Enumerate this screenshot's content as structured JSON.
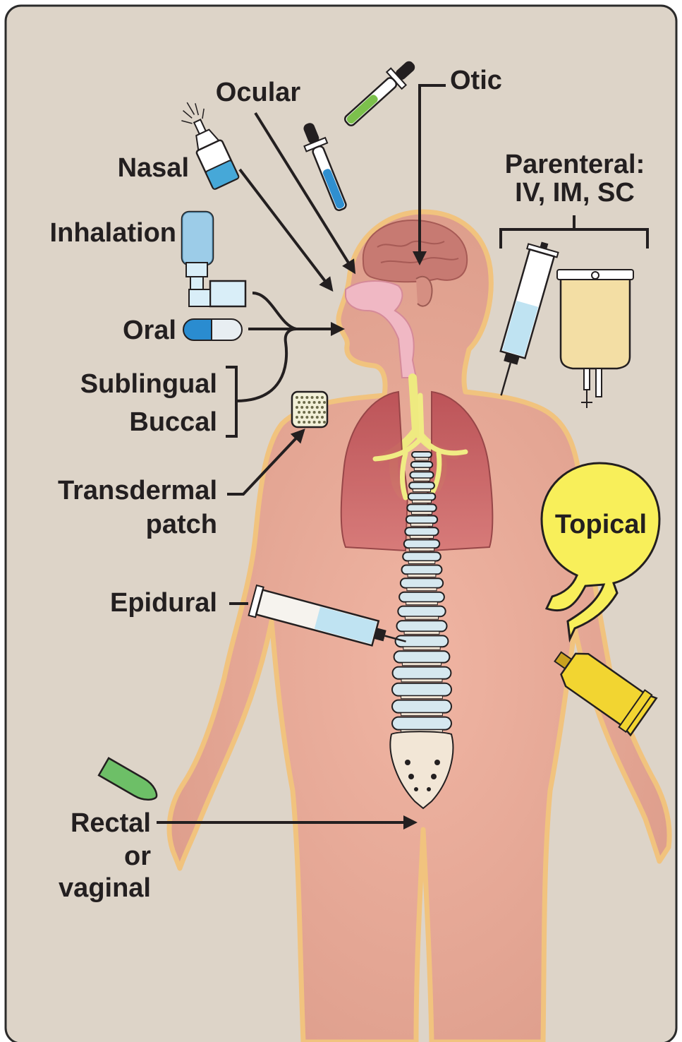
{
  "labels": {
    "ocular": "Ocular",
    "otic": "Otic",
    "nasal": "Nasal",
    "parenteral_line1": "Parenteral:",
    "parenteral_line2": "IV, IM, SC",
    "inhalation": "Inhalation",
    "oral": "Oral",
    "sublingual": "Sublingual",
    "buccal": "Buccal",
    "transdermal_line1": "Transdermal",
    "transdermal_line2": "patch",
    "topical": "Topical",
    "epidural": "Epidural",
    "rectal_line1": "Rectal",
    "rectal_line2": "or",
    "rectal_line3": "vaginal"
  },
  "colors": {
    "background": "#ddd4c8",
    "frame": "#2b2b2b",
    "body_fill": "#e0a393",
    "body_glow": "#f3c98a",
    "lungs": "#c4585a",
    "airway": "#f0ec84",
    "spine": "#d6e8ef",
    "topical_bubble": "#f8ef5a",
    "tube": "#f2d531",
    "suppository": "#6dbf67",
    "capsule_blue": "#2a8cd0",
    "iv_bag": "#f3dea4",
    "syringe_fluid": "#bfe3f2",
    "arrow": "#231f20"
  },
  "icons": [
    "nasal-spray-icon",
    "eye-dropper-icon",
    "ear-dropper-icon",
    "inhaler-icon",
    "capsule-icon",
    "syringe-icon",
    "iv-bag-icon",
    "transdermal-patch-icon",
    "epidural-syringe-icon",
    "cream-tube-icon",
    "suppository-icon"
  ]
}
